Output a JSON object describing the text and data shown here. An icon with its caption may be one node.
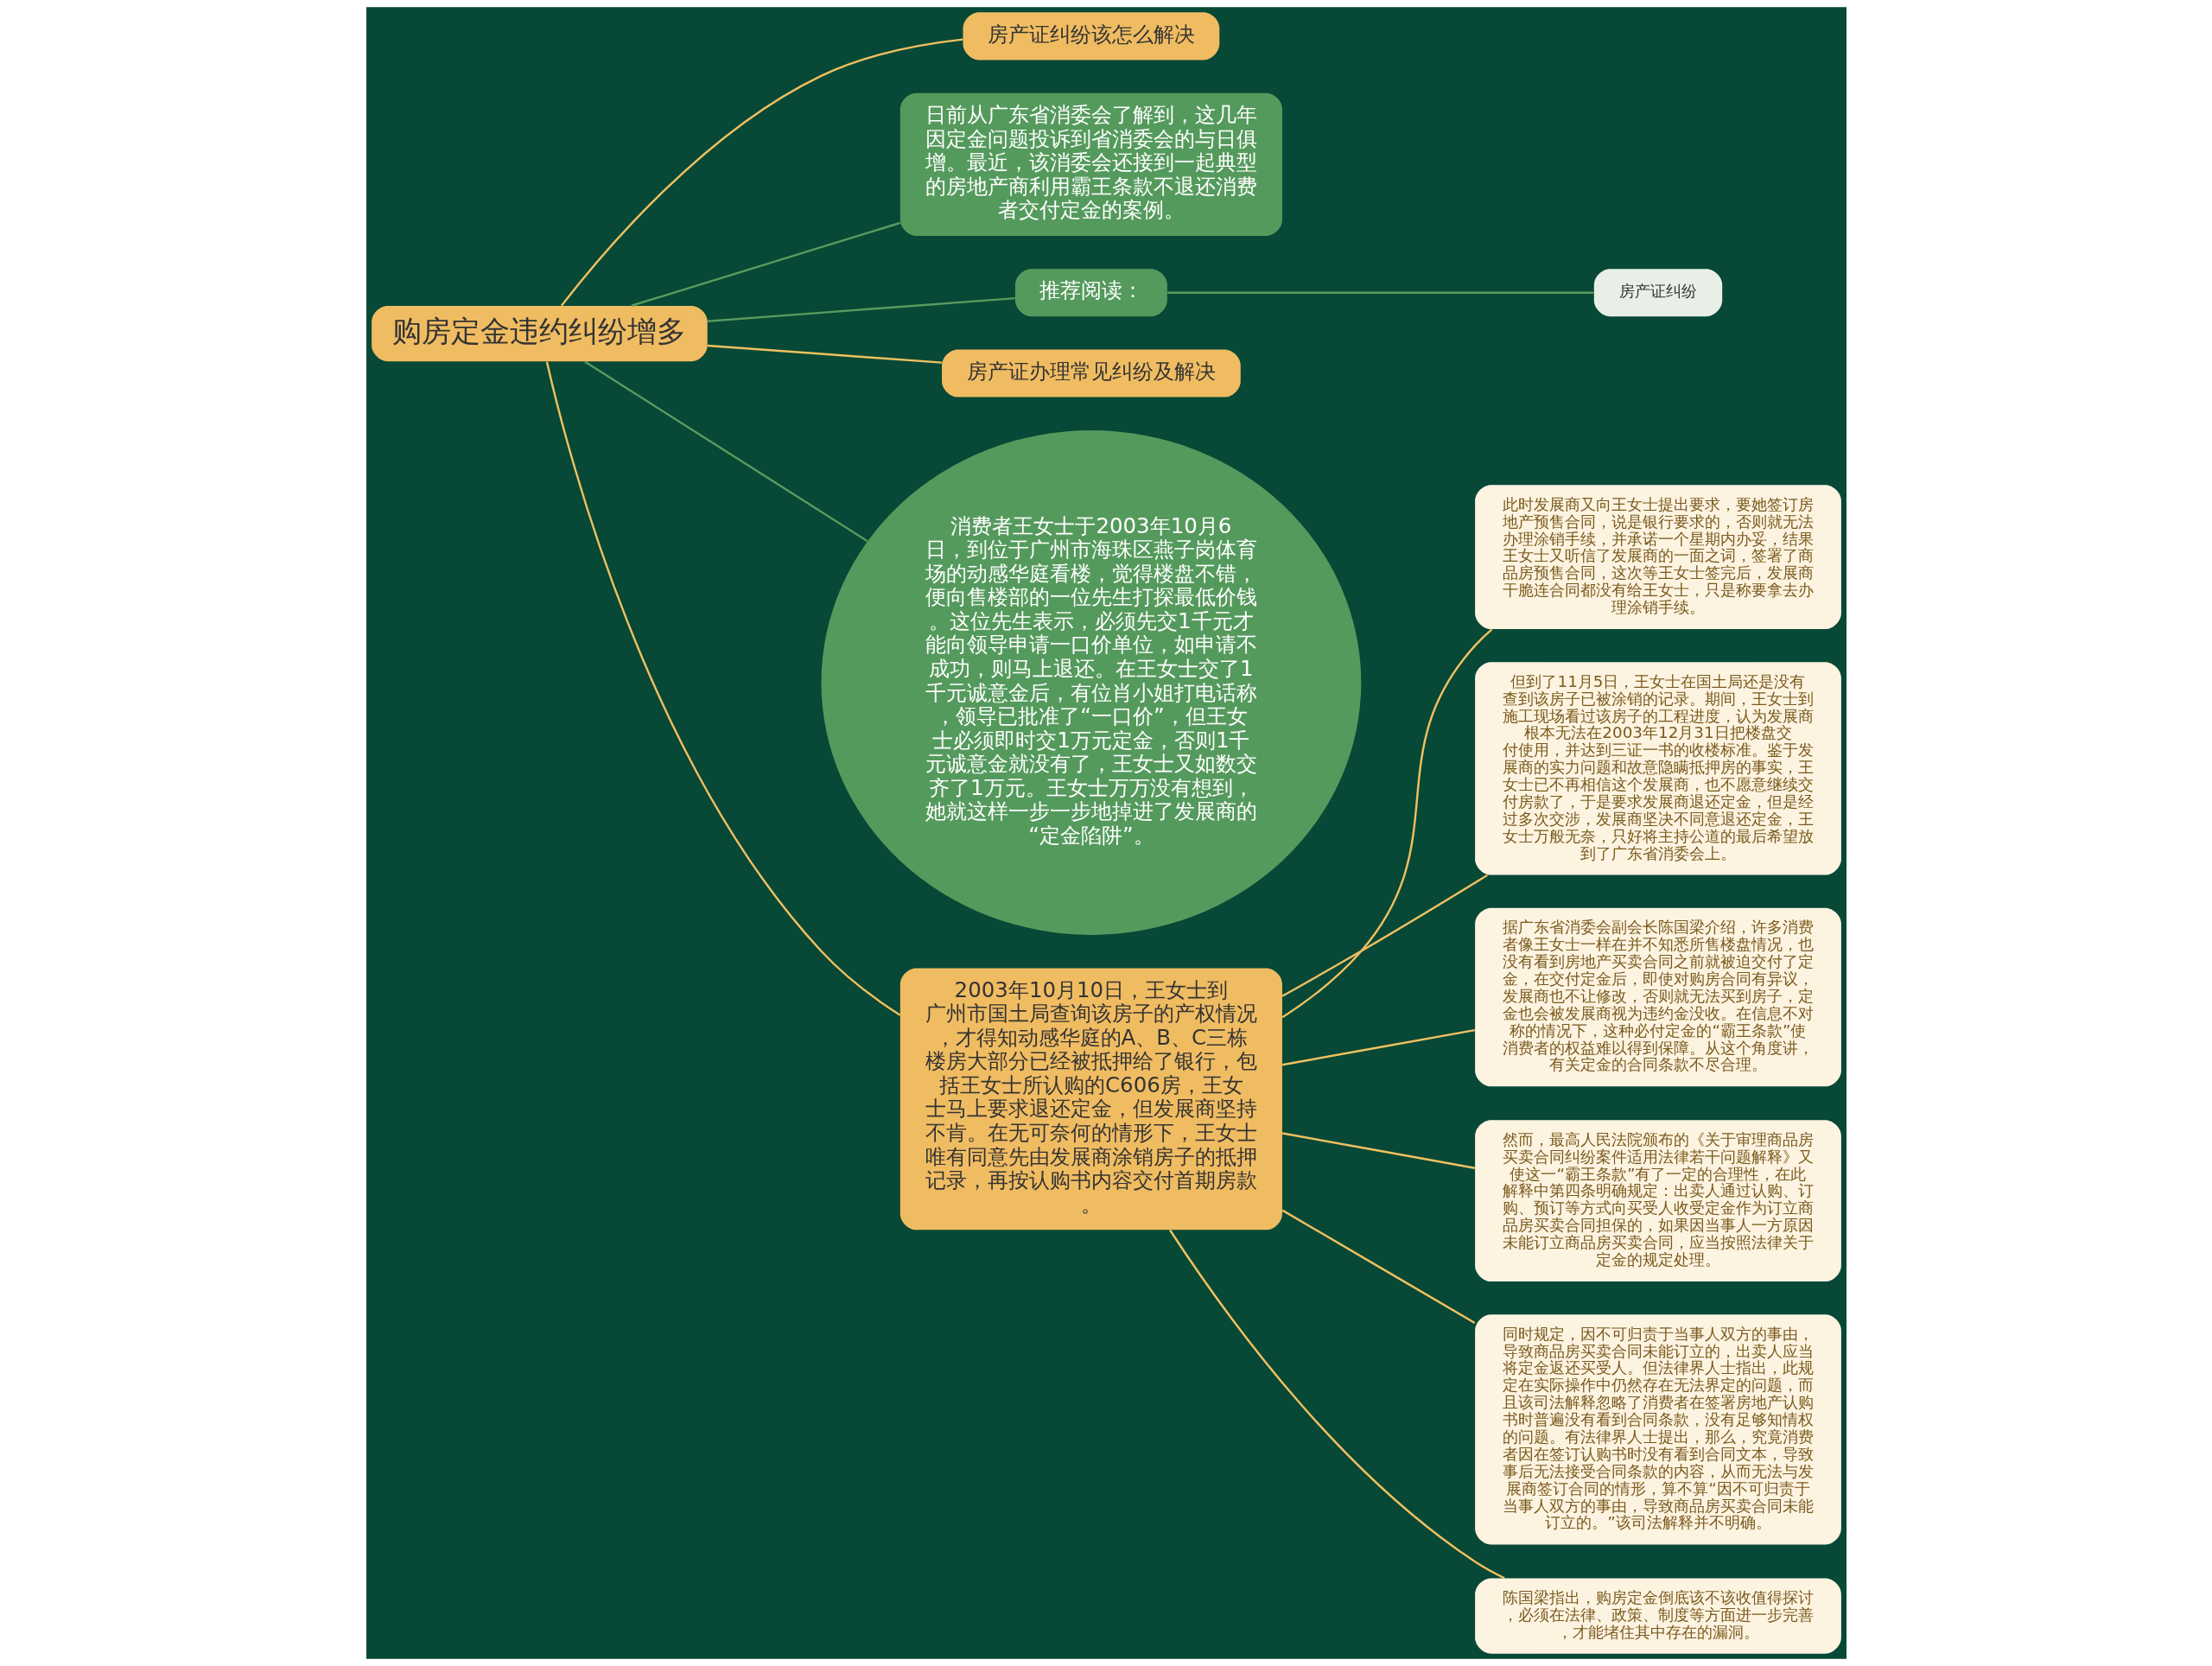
{
  "diagram": {
    "nodes": [
      {
        "text": [
          "购房定金违约纠纷增多"
        ]
      },
      {
        "text": [
          "房产证纠纷该怎么解决"
        ]
      },
      {
        "text": [
          "日前从广东省消委会了解到，这几年因定金问题投诉到省消委会的与日俱增。最近，该消委会还接到一起典型的房地产商利用霸王条款不退还消费者交付定金的案例。"
        ]
      },
      {
        "text": [
          "推荐阅读："
        ]
      },
      {
        "text": [
          "房产证纠纷"
        ]
      },
      {
        "text": [
          "房产证办理常见纠纷及解决"
        ]
      },
      {
        "text": [
          "消费者王女士于2003年10月6日，到位于广州市海珠区燕子岗体育场的动感华庭看楼，觉得楼盘不错，便向售楼部的一位先生打探最低价钱。这位先生表示，必须先交1千元才能向领导申请一口价单位，如申请不成功，则马上退还。在王女士交了1千元诚意金后，有位肖小姐打电话称，领导已批准了“一口价”，但王女士必须即时交1万元定金，否则1千元诚意金就没有了，王女士又如数交齐了1万元。王女士万万没有想到，她就这样一步一步地掉进了发展商的“定金陷阱”。"
        ]
      },
      {
        "text": [
          "2003年10月10日，王女士到广州市国土局查询该房子的产权情况，才得知动感华庭的A、B、C三栋楼房大部分已经被抵押给了银行，包括王女士所认购的C606房，王女士马上要求退还定金，但发展商坚持不肯。在无可奈何的情形下，王女士唯有同意先由发展商涂销房子的抵押记录，再按认购书内容交付首期房款。"
        ]
      },
      {
        "text": [
          "此时发展商又向王女士提出要求，要她签订房地产预售合同，说是银行要求的，否则就无法办理涂销手续，并承诺一个星期内办妥，结果王女士又听信了发展商的一面之词，签署了商品房预售合同，这次等王女士签完后，发展商干脆连合同都没有给王女士，只是称要拿去办理涂销手续。"
        ]
      },
      {
        "text": [
          "但到了11月5日，王女士在国土局还是没有查到该房子已被涂销的记录。期间，王女士到施工现场看过该房子的工程进度，认为发展商根本无法在2003年12月31日把楼盘交付使用，并达到三证一书的收楼标准。鉴于发展商的实力问题和故意隐瞒抵押房的事实，王女士已不再相信这个发展商，也不愿意继续交付房款了，于是要求发展商退还定金，但是经过多次交涉，发展商坚决不同意退还定金，王女士万般无奈，只好将主持公道的最后希望放到了广东省消委会上。"
        ]
      },
      {
        "text": [
          "据广东省消委会副会长陈国梁介绍，许多消费者像王女士一样在并不知悉所售楼盘情况，也没有看到房地产买卖合同之前就被迫交付了定金，在交付定金后，即使对购房合同有异议，发展商也不让修改，否则就无法买到房子，定金也会被发展商视为违约金没收。在信息不对称的情况下，这种必付定金的“霸王条款”使消费者的权益难以得到保障。从这个角度讲，有关定金的合同条款不尽合理。"
        ]
      },
      {
        "text": [
          "然而，最高人民法院颁布的《关于审理商品房买卖合同纠纷案件适用法律若干问题解释》又使这一“霸王条款”有了一定的合理性，在此解释中第四条明确规定：出卖人通过认购、订购、预订等方式向买受人收受定金作为订立商品房买卖合同担保的，如果因当事人一方原因未能订立商品房买卖合同，应当按照法律关于定金的规定处理。"
        ]
      },
      {
        "text": [
          "同时规定，因不可归责于当事人双方的事由，导致商品房买卖合同未能订立的，出卖人应当将定金返还买受人。但法律界人士指出，此规定在实际操作中仍然存在无法界定的问题，而且该司法解释忽略了消费者在签署房地产认购书时普遍没有看到合同条款，没有足够知情权的问题。有法律界人士提出，那么，究竟消费者因在签订认购书时没有看到合同文本，导致事后无法接受合同条款的内容，从而无法与发展商签订合同的情形，算不算“因不可归责于当事人双方的事由，导致商品房买卖合同未能订立的。”该司法解释并不明确。"
        ]
      },
      {
        "text": [
          "陈国梁指出，购房定金倒底该不该收值得探讨，必须在法律、政策、制度等方面进一步完善，才能堵住其中存在的漏洞。"
        ]
      }
    ],
    "edges": [
      {
        "from": 0,
        "to": 1,
        "arrow": "none"
      },
      {
        "from": 0,
        "to": 2,
        "arrow": "none",
        "color": "#5a9a5e"
      },
      {
        "from": 0,
        "to": 3,
        "arrow": "none",
        "color": "#5a9a5e"
      },
      {
        "from": 3,
        "to": 4,
        "arrow": "none",
        "color": "#5a9a5e"
      },
      {
        "from": 0,
        "to": 5,
        "arrow": "none"
      },
      {
        "from": 0,
        "to": 6,
        "arrow": "none",
        "color": "#5a9a5e"
      },
      {
        "from": 0,
        "to": 7,
        "arrow": "none"
      },
      {
        "from": 7,
        "to": 8,
        "arrow": "none"
      },
      {
        "from": 7,
        "to": 9,
        "arrow": "none"
      },
      {
        "from": 7,
        "to": 10,
        "arrow": "none"
      },
      {
        "from": 7,
        "to": 11,
        "arrow": "none"
      },
      {
        "from": 7,
        "to": 12,
        "arrow": "none"
      },
      {
        "from": 7,
        "to": 13,
        "arrow": "none"
      }
    ]
  }
}
